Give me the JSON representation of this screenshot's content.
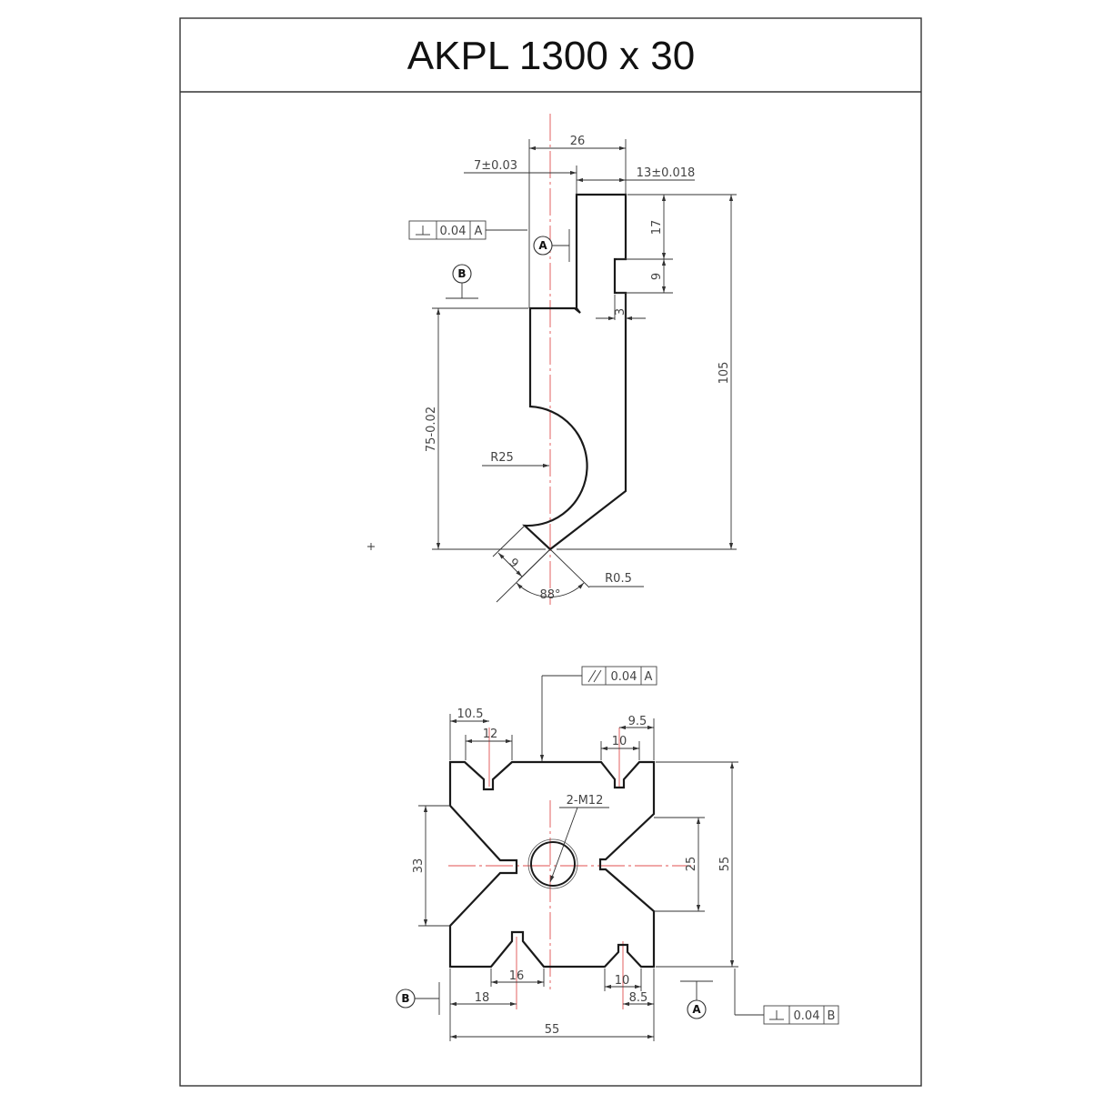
{
  "title": "AKPL 1300 x 30",
  "side_view": {
    "dims": {
      "top_width": "26",
      "offset_left": "7±0.03",
      "tang_width": "13±0.018",
      "tang_top": "17",
      "groove_height": "9",
      "groove_depth": "3",
      "total_height": "105",
      "body_height": "75-0.02",
      "radius": "R25",
      "tip_flat": "9",
      "tip_radius": "R0.5",
      "tip_angle": "88°"
    },
    "fcf_perpendicular": {
      "tolerance": "0.04",
      "datum": "A"
    },
    "datum_a": "A",
    "datum_b": "B"
  },
  "end_view": {
    "dims": {
      "top_left_outer": "10.5",
      "top_left_inner": "12",
      "top_right_outer": "9.5",
      "top_right_inner": "10",
      "left_height": "33",
      "right_height": "25",
      "total_height": "55",
      "thread": "2-M12",
      "bottom_left_inner": "16",
      "bottom_left_outer": "18",
      "bottom_right_inner": "10",
      "bottom_right_outer": "8.5",
      "total_width": "55"
    },
    "fcf_parallel": {
      "tolerance": "0.04",
      "datum": "A"
    },
    "fcf_perpendicular": {
      "tolerance": "0.04",
      "datum": "B"
    },
    "datum_a": "A",
    "datum_b": "B"
  }
}
